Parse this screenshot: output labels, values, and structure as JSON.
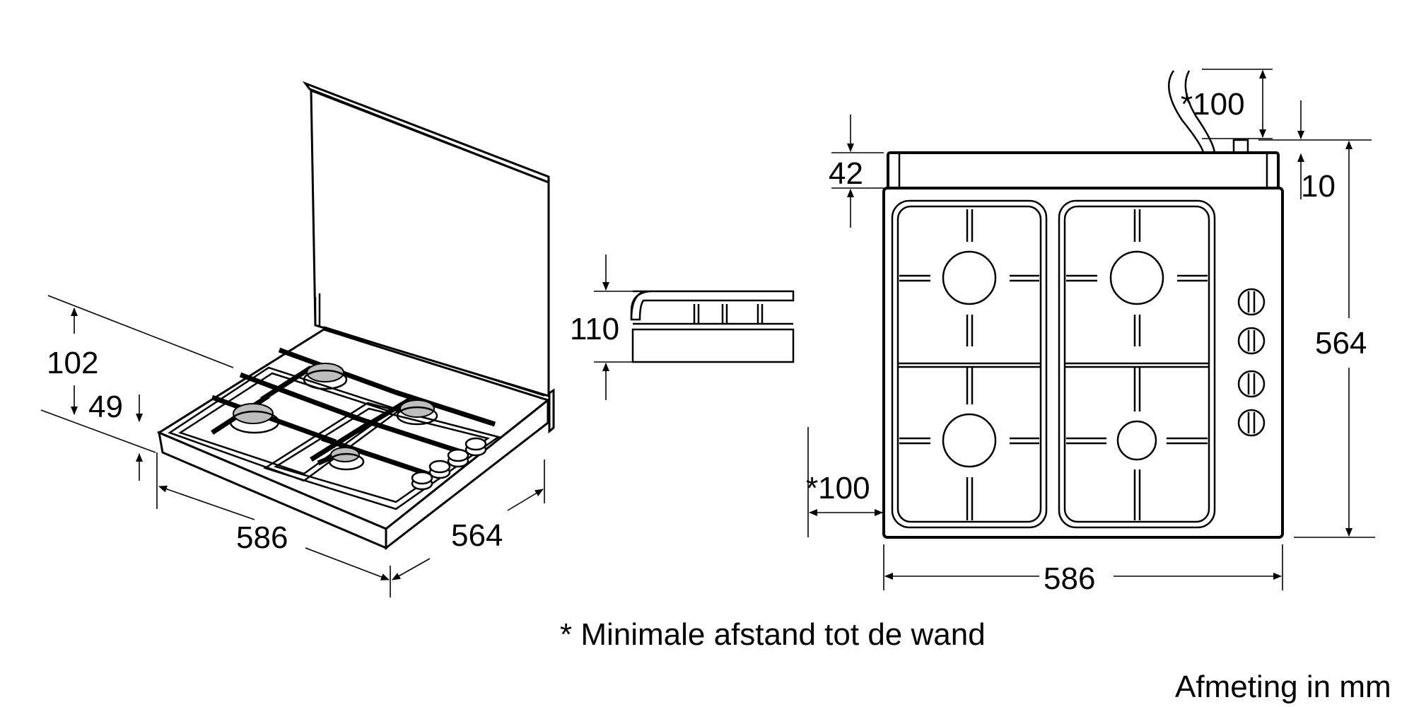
{
  "labels": {
    "iso_height_total": "102",
    "iso_height_base": "49",
    "iso_width": "586",
    "iso_depth": "564",
    "side_height": "110",
    "top_cover_depth": "42",
    "top_clearance_rear": "*100",
    "top_offset": "10",
    "top_depth": "564",
    "top_clearance_side": "*100",
    "top_width": "586"
  },
  "footnote": "* Minimale afstand tot de wand",
  "units_note": "Afmeting in mm"
}
